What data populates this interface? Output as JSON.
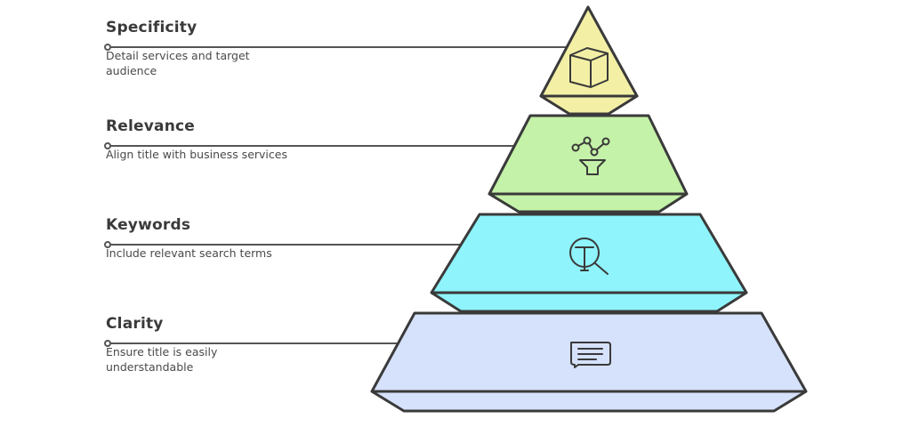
{
  "levels": [
    {
      "title": "Specificity",
      "description": "Detail services and target audience",
      "icon": "box-icon",
      "color": "#f3f0a6"
    },
    {
      "title": "Relevance",
      "description": "Align title with business services",
      "icon": "funnel-network-icon",
      "color": "#c4f2a8"
    },
    {
      "title": "Keywords",
      "description": "Include relevant search terms",
      "icon": "text-search-icon",
      "color": "#8ff4fb"
    },
    {
      "title": "Clarity",
      "description": "Ensure title is easily understandable",
      "icon": "message-icon",
      "color": "#d6e2fb"
    }
  ]
}
